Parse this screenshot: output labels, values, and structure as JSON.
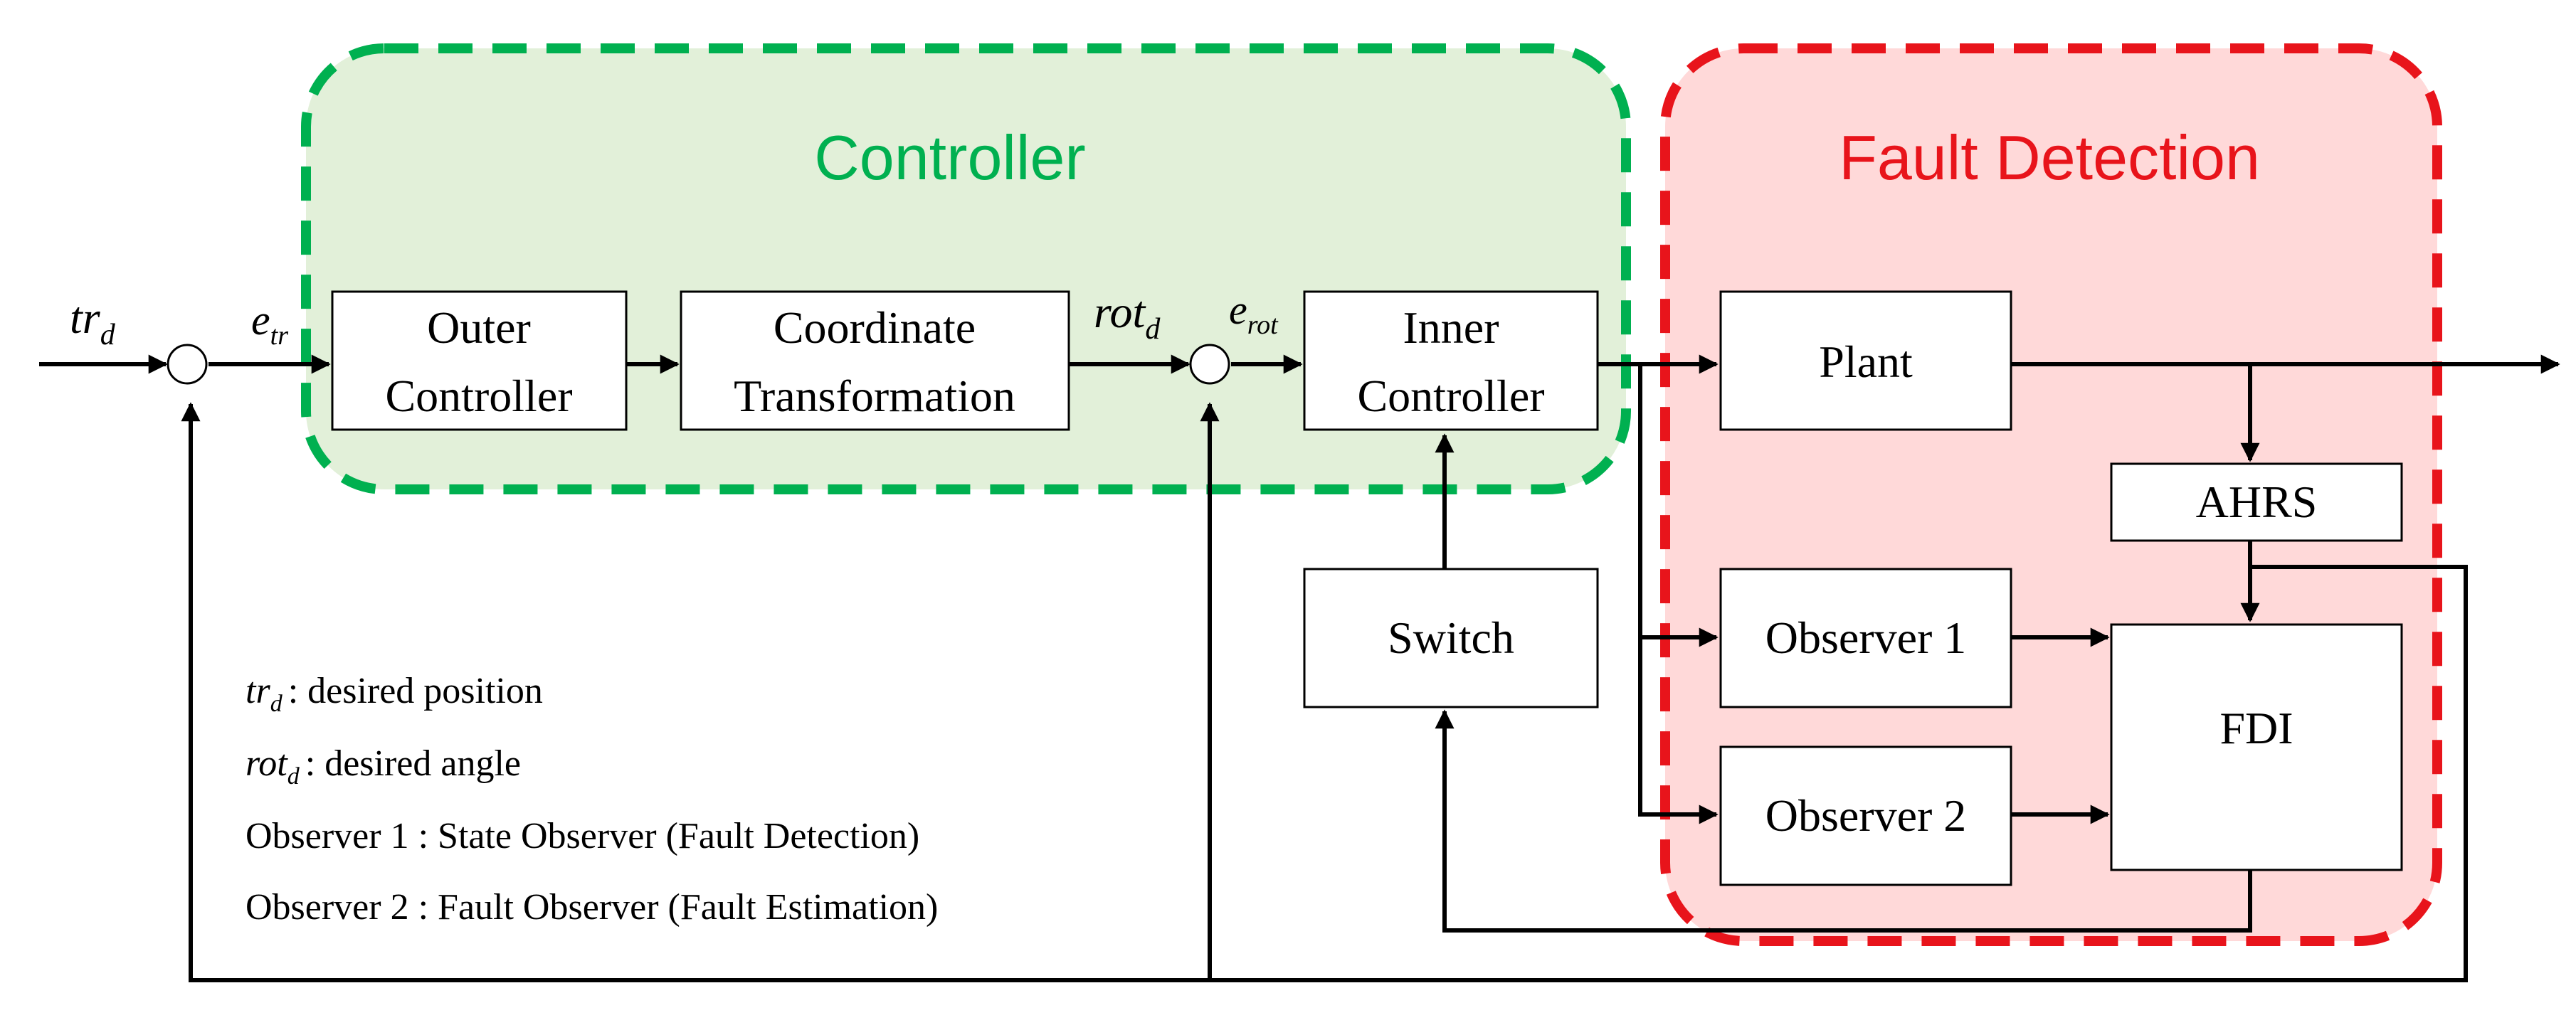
{
  "regions": {
    "controller": {
      "label": "Controller",
      "color": "#00b050"
    },
    "fault_detection": {
      "label": "Fault Detection",
      "color": "#e8141b"
    }
  },
  "blocks": {
    "outer_controller": [
      "Outer",
      "Controller"
    ],
    "coordinate_transformation": [
      "Coordinate",
      "Transformation"
    ],
    "inner_controller": [
      "Inner",
      "Controller"
    ],
    "plant": "Plant",
    "ahrs": "AHRS",
    "switch": "Switch",
    "observer1": "Observer 1",
    "observer2": "Observer 2",
    "fdi": "FDI"
  },
  "signals": {
    "tr_d": {
      "base": "tr",
      "sub": "d"
    },
    "e_tr": {
      "base": "e",
      "sub": "tr"
    },
    "rot_d": {
      "base": "rot",
      "sub": "d"
    },
    "e_rot": {
      "base": "e",
      "sub": "rot"
    }
  },
  "legend": {
    "tr_d": {
      "base": "tr",
      "sub": "d",
      "text": ":  desired position"
    },
    "rot_d": {
      "base": "rot",
      "sub": "d",
      "text": ":  desired angle"
    },
    "observer1": "Observer 1 : State Observer (Fault Detection)",
    "observer2": "Observer 2 : Fault Observer (Fault Estimation)"
  }
}
